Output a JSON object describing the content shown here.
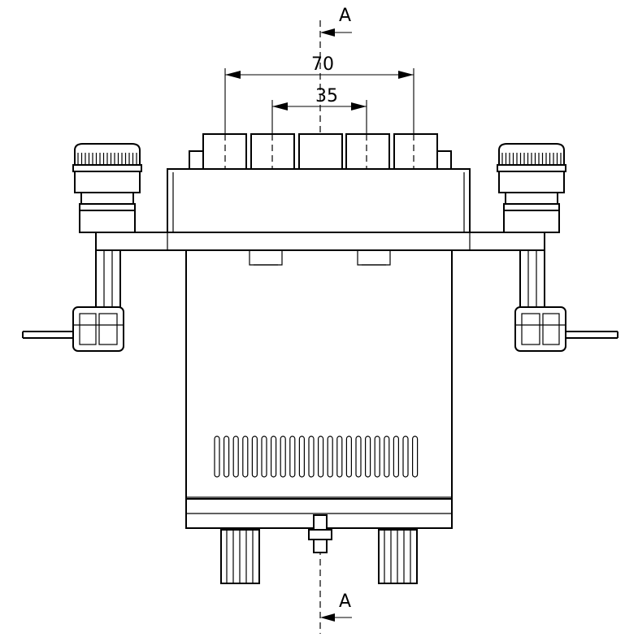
{
  "drawing": {
    "section_marker_top": "A",
    "section_marker_bottom": "A",
    "dimension_outer": "70",
    "dimension_inner": "35",
    "colors": {
      "line": "#000000",
      "background": "#ffffff"
    }
  }
}
